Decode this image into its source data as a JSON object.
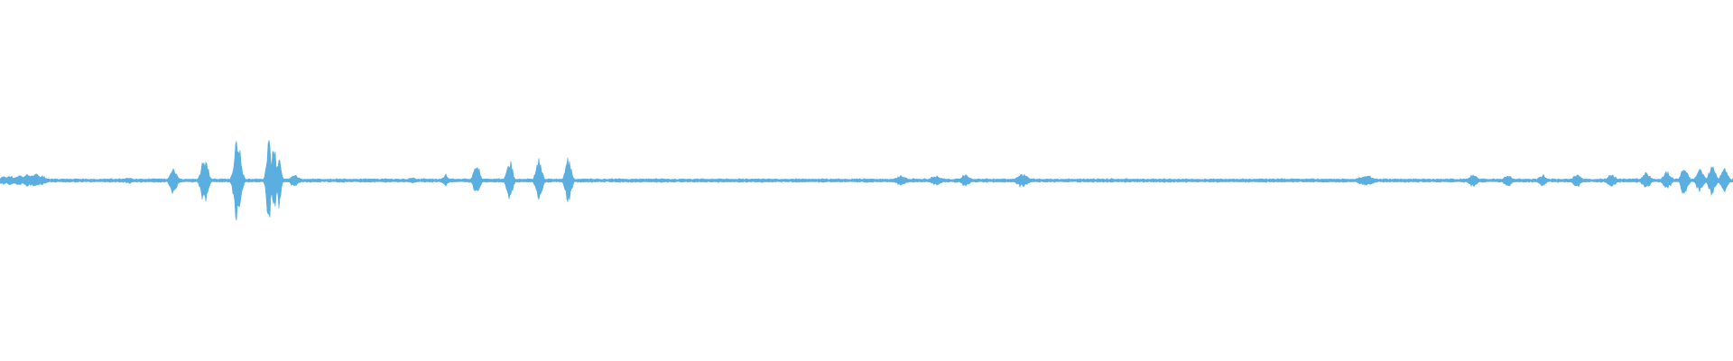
{
  "waveform": {
    "color": "#5aaee0",
    "background": "#ffffff",
    "baseline_amplitude": 0.012,
    "bursts": [
      {
        "t": 0.002,
        "amp": 0.025,
        "w": 0.003
      },
      {
        "t": 0.006,
        "amp": 0.03,
        "w": 0.003
      },
      {
        "t": 0.011,
        "amp": 0.032,
        "w": 0.004
      },
      {
        "t": 0.016,
        "amp": 0.04,
        "w": 0.003
      },
      {
        "t": 0.02,
        "amp": 0.045,
        "w": 0.004
      },
      {
        "t": 0.024,
        "amp": 0.03,
        "w": 0.003
      },
      {
        "t": 0.074,
        "amp": 0.02,
        "w": 0.003
      },
      {
        "t": 0.1,
        "amp": 0.08,
        "w": 0.0025
      },
      {
        "t": 0.118,
        "amp": 0.16,
        "w": 0.0025
      },
      {
        "t": 0.137,
        "amp": 0.26,
        "w": 0.0025
      },
      {
        "t": 0.155,
        "amp": 0.3,
        "w": 0.0015
      },
      {
        "t": 0.158,
        "amp": 0.25,
        "w": 0.0015
      },
      {
        "t": 0.161,
        "amp": 0.16,
        "w": 0.0015
      },
      {
        "t": 0.17,
        "amp": 0.04,
        "w": 0.003
      },
      {
        "t": 0.238,
        "amp": 0.02,
        "w": 0.003
      },
      {
        "t": 0.257,
        "amp": 0.04,
        "w": 0.002
      },
      {
        "t": 0.275,
        "amp": 0.11,
        "w": 0.0022
      },
      {
        "t": 0.294,
        "amp": 0.13,
        "w": 0.0022
      },
      {
        "t": 0.311,
        "amp": 0.15,
        "w": 0.0022
      },
      {
        "t": 0.328,
        "amp": 0.14,
        "w": 0.0022
      },
      {
        "t": 0.52,
        "amp": 0.03,
        "w": 0.004
      },
      {
        "t": 0.54,
        "amp": 0.03,
        "w": 0.004
      },
      {
        "t": 0.557,
        "amp": 0.04,
        "w": 0.003
      },
      {
        "t": 0.59,
        "amp": 0.045,
        "w": 0.004
      },
      {
        "t": 0.788,
        "amp": 0.03,
        "w": 0.006
      },
      {
        "t": 0.85,
        "amp": 0.04,
        "w": 0.003
      },
      {
        "t": 0.87,
        "amp": 0.035,
        "w": 0.003
      },
      {
        "t": 0.89,
        "amp": 0.035,
        "w": 0.003
      },
      {
        "t": 0.91,
        "amp": 0.04,
        "w": 0.003
      },
      {
        "t": 0.93,
        "amp": 0.04,
        "w": 0.003
      },
      {
        "t": 0.95,
        "amp": 0.05,
        "w": 0.003
      },
      {
        "t": 0.962,
        "amp": 0.055,
        "w": 0.003
      },
      {
        "t": 0.972,
        "amp": 0.09,
        "w": 0.0025
      },
      {
        "t": 0.981,
        "amp": 0.08,
        "w": 0.0025
      },
      {
        "t": 0.988,
        "amp": 0.09,
        "w": 0.0025
      },
      {
        "t": 0.995,
        "amp": 0.08,
        "w": 0.0025
      }
    ]
  }
}
